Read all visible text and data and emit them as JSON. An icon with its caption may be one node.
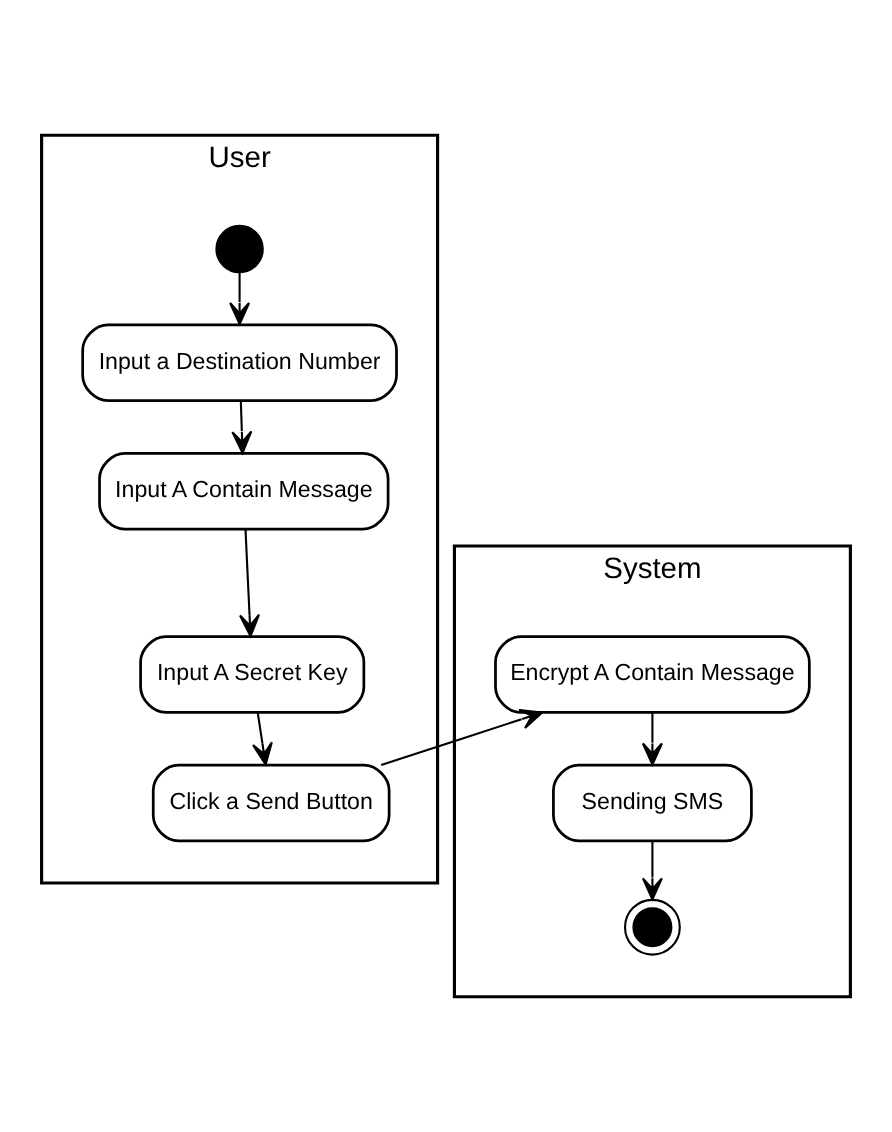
{
  "diagram": {
    "nodes": [
      {
        "text": [
          "User"
        ]
      },
      {
        "text": [],
        "shape": "circle",
        "in": 0
      },
      {
        "text": [
          "Input a Destination Number"
        ],
        "in": 0
      },
      {
        "text": [
          "Input A Contain Message"
        ],
        "in": 0
      },
      {
        "text": [
          "Input A Secret Key"
        ],
        "in": 0
      },
      {
        "text": [
          "Click a Send Button"
        ],
        "in": 0
      },
      {
        "text": [
          "System"
        ]
      },
      {
        "text": [
          "Encrypt A Contain Message"
        ],
        "in": 6
      },
      {
        "text": [
          "Sending SMS"
        ],
        "in": 6
      },
      {
        "text": [],
        "shape": "bullseye",
        "in": 6
      }
    ],
    "edges": [
      {
        "from": 1,
        "to": 2,
        "arrow": "to"
      },
      {
        "from": 2,
        "to": 3,
        "arrow": "to"
      },
      {
        "from": 3,
        "to": 4,
        "arrow": "to"
      },
      {
        "from": 4,
        "to": 5,
        "arrow": "to"
      },
      {
        "from": 5,
        "to": 7,
        "arrow": "to"
      },
      {
        "from": 7,
        "to": 8,
        "arrow": "to"
      },
      {
        "from": 8,
        "to": 9,
        "arrow": "to"
      }
    ]
  }
}
